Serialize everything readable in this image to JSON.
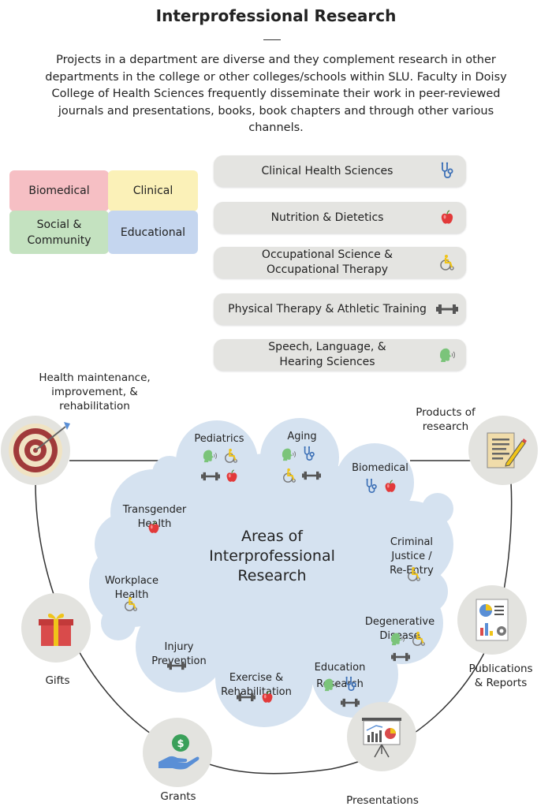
{
  "title": "Interprofessional Research",
  "intro": "Projects in a department are diverse and they complement research in other departments in the college or other colleges/schools within SLU. Faculty in Doisy College of Health Sciences frequently disseminate their work in peer-reviewed journals and presentations, books, book chapters and through other various channels.",
  "categories": [
    {
      "label": "Biomedical",
      "color": "#f6bfc4"
    },
    {
      "label": "Clinical",
      "color": "#fbf1b8"
    },
    {
      "label": "Social &\nCommunity",
      "color": "#c4e2c0"
    },
    {
      "label": "Educational",
      "color": "#c5d6ef"
    }
  ],
  "programs": [
    {
      "label": "Clinical Health Sciences",
      "icon": "stethoscope-icon"
    },
    {
      "label": "Nutrition & Dietetics",
      "icon": "apple-icon"
    },
    {
      "label": "Occupational Science &\nOccupational Therapy",
      "icon": "wheelchair-icon"
    },
    {
      "label": "Physical Therapy & Athletic Training",
      "icon": "dumbbell-icon"
    },
    {
      "label": "Speech, Language, &\nHearing Sciences",
      "icon": "speaking-head-icon"
    }
  ],
  "outcomes": {
    "health": "Health maintenance,\nimprovement, &\nrehabilitation",
    "products": "Products of\nresearch",
    "publications": "Publications\n& Reports",
    "presentations": "Presentations",
    "grants": "Grants",
    "gifts": "Gifts"
  },
  "center": "Areas of\nInterprofessional\nResearch",
  "areas": [
    {
      "label": "Pediatrics",
      "icons": [
        "speaking-head-icon",
        "wheelchair-icon",
        "dumbbell-icon",
        "apple-icon"
      ]
    },
    {
      "label": "Aging",
      "icons": [
        "speaking-head-icon",
        "stethoscope-icon",
        "wheelchair-icon",
        "dumbbell-icon"
      ]
    },
    {
      "label": "Biomedical",
      "icons": [
        "stethoscope-icon",
        "apple-icon"
      ]
    },
    {
      "label": "Criminal\nJustice /\nRe-Entry",
      "icons": [
        "wheelchair-icon"
      ]
    },
    {
      "label": "Degenerative\nDisease",
      "icons": [
        "speaking-head-icon",
        "wheelchair-icon",
        "dumbbell-icon"
      ]
    },
    {
      "label": "Education\nResearch",
      "icons": [
        "speaking-head-icon",
        "stethoscope-icon",
        "dumbbell-icon"
      ]
    },
    {
      "label": "Exercise &\nRehabilitation",
      "icons": [
        "dumbbell-icon",
        "apple-icon"
      ]
    },
    {
      "label": "Injury\nPrevention",
      "icons": [
        "dumbbell-icon"
      ]
    },
    {
      "label": "Workplace\nHealth",
      "icons": [
        "wheelchair-icon"
      ]
    },
    {
      "label": "Transgender\nHealth",
      "icons": [
        "apple-icon"
      ]
    }
  ],
  "colors": {
    "cloud": "#d5e2f0",
    "pill": "#e4e4e1",
    "node": "#e3e3df",
    "apple": "#e23a3a",
    "stethoscope": "#3b6fb6",
    "speech": "#7bc47a"
  }
}
